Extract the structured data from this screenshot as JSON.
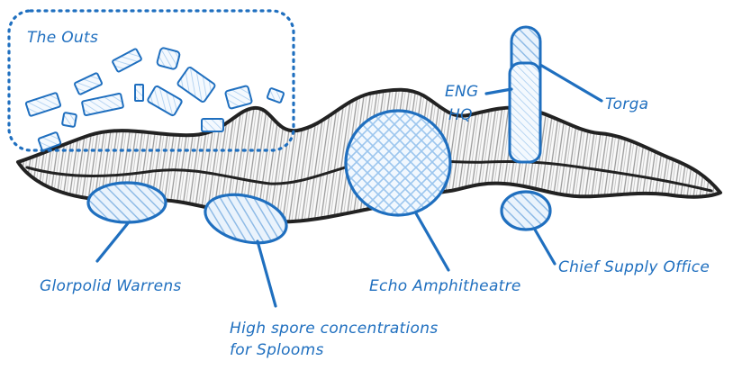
{
  "regions": {
    "the_outs": "The Outs",
    "eng_hq_line1": "ENG",
    "eng_hq_line2": "HQ",
    "torga": "Torga",
    "glorpolid_warrens": "Glorpolid Warrens",
    "spore_line1": "High spore concentrations",
    "spore_line2": "for Splooms",
    "echo_amphitheatre": "Echo Amphitheatre",
    "chief_supply_office": "Chief Supply Office"
  },
  "colors": {
    "ink": "#1f6fbf",
    "outline": "#222222",
    "hatch": "#8fbbe6"
  }
}
